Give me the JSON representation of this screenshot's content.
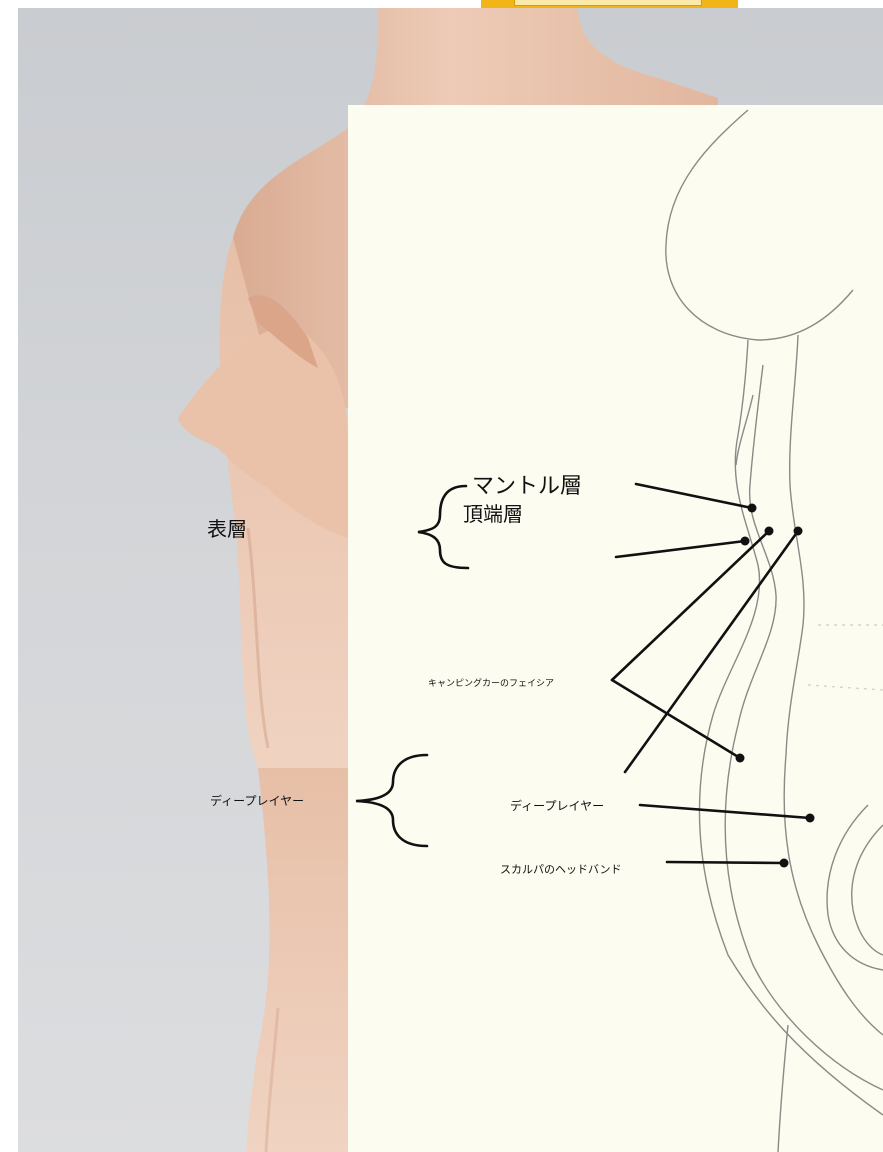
{
  "labels": {
    "surface_layer": "表層",
    "mantle_layer": "マントル層",
    "apical_layer": "頂端層",
    "camping_fascia": "キャンピングカーのフェイシア",
    "deep_player_left": "ディープレイヤー",
    "deep_player_center": "ディープレイヤー",
    "scalp_headband": "スカルパのヘッドバンド"
  },
  "colors": {
    "photo_background": "#d0d2d5",
    "skin": "#e8c3ad",
    "diagram_paper": "#fdfcf1",
    "sketch_line": "#8a8a86",
    "pointer_line": "#111111",
    "top_tab": "#f2b517"
  }
}
